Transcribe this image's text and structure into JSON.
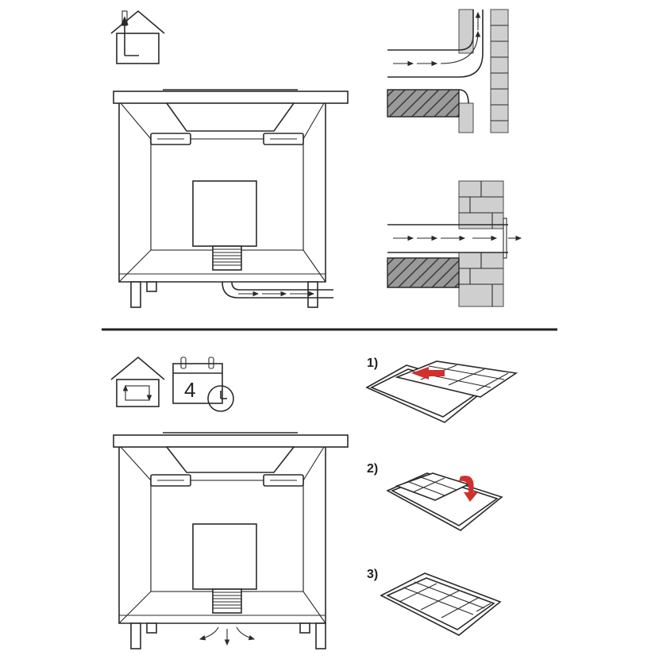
{
  "mode_icons": [
    {
      "icon": "house-ducted-extraction-icon"
    },
    {
      "icon": "house-recirculation-icon"
    },
    {
      "icon": "calendar-clock-icon",
      "value": "4"
    }
  ],
  "filter_steps": [
    {
      "label": "1)"
    },
    {
      "label": "2)"
    },
    {
      "label": "3)"
    }
  ],
  "colors": {
    "line": "#2a2a2a",
    "wall": "#cfcfcf",
    "arrow_accent": "#d0312d",
    "divider": "#222222"
  }
}
